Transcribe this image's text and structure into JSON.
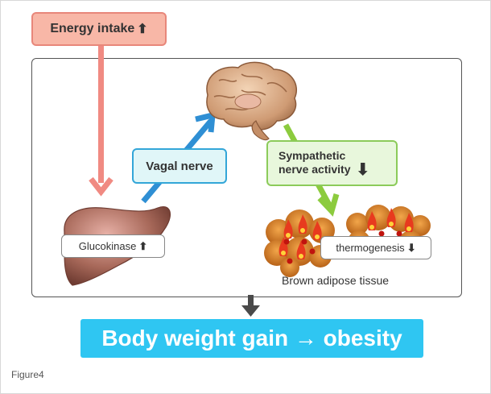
{
  "energy_intake": {
    "label": "Energy intake",
    "arrow": "⬆"
  },
  "vagal_nerve": {
    "label": "Vagal nerve"
  },
  "sympathetic": {
    "line1": "Sympathetic",
    "line2": "nerve activity",
    "arrow": "⬇"
  },
  "liver": {
    "label": "Glucokinase",
    "arrow": "⬆",
    "icon": "liver-icon"
  },
  "brain": {
    "icon": "brain-icon"
  },
  "brown_fat": {
    "label": "thermogenesis",
    "arrow": "⬇",
    "caption": "Brown adipose tissue",
    "icon": "brown-adipose-tissue-icon"
  },
  "result": {
    "label": "Body weight gain → obesity"
  },
  "figure": {
    "label": "Figure4"
  },
  "colors": {
    "energy_fill": "#f8b7a7",
    "energy_border": "#e8877a",
    "vagal_arrow": "#2f8fd4",
    "symp_arrow": "#8ccb3e",
    "result_fill": "#2fc6f2",
    "liver": "#a8695a",
    "fat": "#c9741a"
  }
}
